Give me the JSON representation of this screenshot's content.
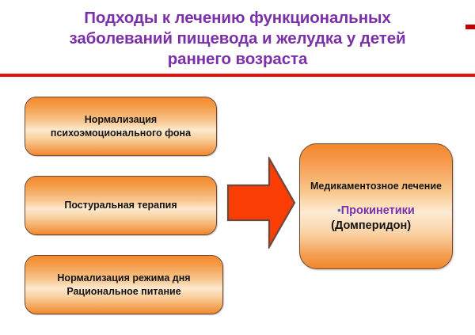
{
  "slide": {
    "title_lines": [
      "Подходы к лечению функциональных",
      "заболеваний пищевода и желудка у детей",
      "раннего возраста"
    ],
    "title_color": "#7B2FA8",
    "rule_color": "#E8120C",
    "corner_dash_color": "#C00000"
  },
  "boxes": [
    {
      "id": "psychoemotional",
      "lines": [
        "Нормализация",
        "психоэмоционального фона"
      ],
      "text": "Нормализация\nпсихоэмоционального фона"
    },
    {
      "id": "postural",
      "lines": [
        "Постуральная терапия"
      ],
      "text": "Постуральная терапия"
    },
    {
      "id": "regimen",
      "lines": [
        "Нормализация режима дня",
        "Рациональное питание"
      ],
      "text": "Нормализация режима дня\nРациональное питание"
    }
  ],
  "medication": {
    "title": "Медикаментозное лечение",
    "bullet_marker": "•",
    "bullet_label": "Прокинетики",
    "bullet_sub": "(Домперидон)",
    "bullet_color": "#7B2FA8",
    "sub_color": "#141414"
  },
  "arrow": {
    "icon": "right-arrow-icon",
    "fill": "#FA3C05",
    "stroke": "#6B4A3A",
    "direction": "right"
  },
  "theme": {
    "box_border": "#6B4A3A",
    "box_gradient_top": "#F4892F",
    "box_gradient_mid": "#FDE9CE",
    "box_gradient_bottom": "#F0882C",
    "background": "#FFFFFF"
  }
}
